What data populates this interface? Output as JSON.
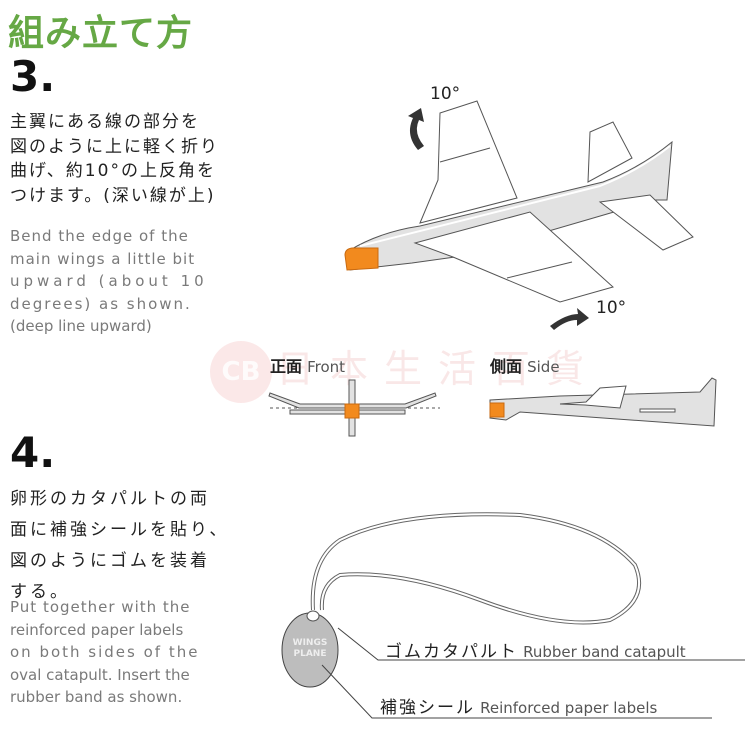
{
  "title": "組み立て方",
  "watermark": {
    "badge": "CB",
    "text": "日本生活百貨"
  },
  "step3": {
    "number": "3.",
    "jp_lines": [
      "主翼にある線の部分を",
      "図のように上に軽く折り",
      "曲げ、約10°の上反角を",
      "つけます。(深い線が上)"
    ],
    "en_lines": [
      "Bend the edge of the",
      "main wings a little bit",
      "upward (about 10",
      "degrees) as shown.",
      "(deep line upward)"
    ],
    "angle_top": "10°",
    "angle_bottom": "10°",
    "front_label_jp": "正面",
    "front_label_en": "Front",
    "side_label_jp": "側面",
    "side_label_en": "Side"
  },
  "step4": {
    "number": "4.",
    "jp_lines": [
      "卵形のカタパルトの両",
      "面に補強シールを貼り、",
      "図のようにゴムを装着",
      "する。"
    ],
    "en_lines": [
      "Put together with the",
      "reinforced paper labels",
      "on both sides of the",
      "oval catapult. Insert the",
      "rubber band as shown."
    ],
    "catapult_text": [
      "WINGS",
      "PLANE"
    ],
    "callout1_jp": "ゴムカタパルト",
    "callout1_en": "Rubber band catapult",
    "callout2_jp": "補強シール",
    "callout2_en": "Reinforced paper labels"
  },
  "colors": {
    "title": "#66a845",
    "orange": "#f28a1e",
    "plane": "#e2e2e2"
  }
}
